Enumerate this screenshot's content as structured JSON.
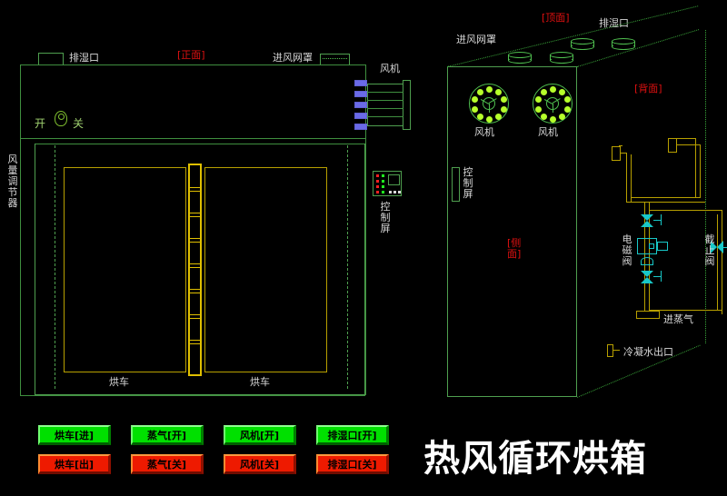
{
  "title": "热风循环烘箱",
  "views": {
    "front_tag": "[正面]",
    "top_tag": "[顶面]",
    "back_tag": "[背面]",
    "side_tag": "[侧面]"
  },
  "front_view": {
    "exhaust_port": "排湿口",
    "damper_open": "开",
    "damper_close": "关",
    "air_volume_regulator": "风量调节器",
    "air_inlet_screen": "进风网罩",
    "fan": "风机",
    "control_panel": "控制屏",
    "cart_left": "烘车",
    "cart_right": "烘车"
  },
  "right_view": {
    "air_inlet_screen": "进风网罩",
    "exhaust_port": "排湿口",
    "fan_left": "风机",
    "fan_right": "风机",
    "control_panel": "控制屏",
    "solenoid_valve": "电磁阀",
    "stop_valve": "截止阀",
    "steam_inlet": "进蒸气",
    "condensate_outlet": "冷凝水出口"
  },
  "buttons": {
    "row_on": [
      {
        "label": "烘车[进]",
        "name": "cart-in"
      },
      {
        "label": "蒸气[开]",
        "name": "steam-on"
      },
      {
        "label": "风机[开]",
        "name": "fan-on"
      },
      {
        "label": "排湿口[开]",
        "name": "exhaust-open"
      }
    ],
    "row_off": [
      {
        "label": "烘车[出]",
        "name": "cart-out"
      },
      {
        "label": "蒸气[关]",
        "name": "steam-off"
      },
      {
        "label": "风机[关]",
        "name": "fan-off"
      },
      {
        "label": "排湿口[关]",
        "name": "exhaust-close"
      }
    ]
  },
  "colors": {
    "background": "#000000",
    "outline_green": "#4f9f4f",
    "bright_green": "#4fbf4f",
    "yellow_pipe": "#b8a000",
    "cyan_valve": "#18c8c8",
    "heater_blue": "#6a6ae8",
    "blade_green": "#b6ff2a",
    "tag_red": "#e01010",
    "button_on": "#00e000",
    "button_off": "#ee1a00",
    "label_text": "#d8d8d8",
    "title_text": "#ffffff"
  }
}
